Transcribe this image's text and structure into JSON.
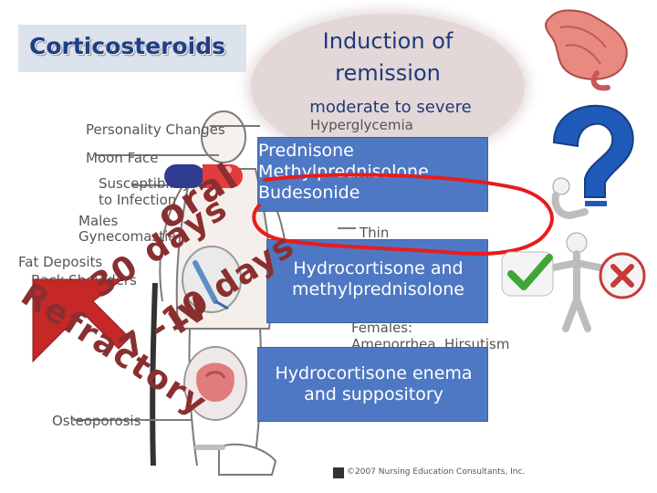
{
  "slide": {
    "title": "Corticosteroids",
    "induction": "Induction of remission",
    "severity": "moderate to severe"
  },
  "treatments": [
    {
      "lines": [
        "Prednisone",
        "Methylprednisolone",
        "Budesonide"
      ]
    },
    {
      "lines": [
        "Hydrocortisone and",
        "methylprednisolone"
      ]
    },
    {
      "lines": [
        "Hydrocortisone enema",
        "and suppository"
      ]
    }
  ],
  "annotations": {
    "oral": "oral",
    "oral_days": "30 days",
    "iv": "IV",
    "iv_days": "7 -10 days",
    "refractory": "Refractory"
  },
  "illustration_labels": {
    "personality": "Personality Changes",
    "moon_face": "Moon Face",
    "susceptibility": "Susceptibility",
    "to_infection": "to Infection",
    "males": "Males",
    "gynecomastia": "Gynecomastia",
    "fat_deposits": "Fat Deposits",
    "back_shoulders": "Back Shoulders",
    "hyperglycemia": "Hyperglycemia",
    "thin": "Thin",
    "females": "Females:",
    "amenorrhea": "Amenorrhea, Hirsutism",
    "osteoporosis": "Osteoporosis"
  },
  "footer": {
    "copyright": "©2007 Nursing Education Consultants, Inc."
  },
  "colors": {
    "title": "#1f3f86",
    "box": "#4e78c3",
    "annotation": "#8a2f2f",
    "highlight": "#e81c1c",
    "check": "#3fa535",
    "cross": "#c73a3a"
  },
  "icons": [
    "stomach-icon",
    "question-figure-icon",
    "scale-figure-icon",
    "checkmark-icon",
    "cross-icon",
    "pill-icon",
    "iv-bag-icon",
    "rectal-icon",
    "bone-icon"
  ]
}
